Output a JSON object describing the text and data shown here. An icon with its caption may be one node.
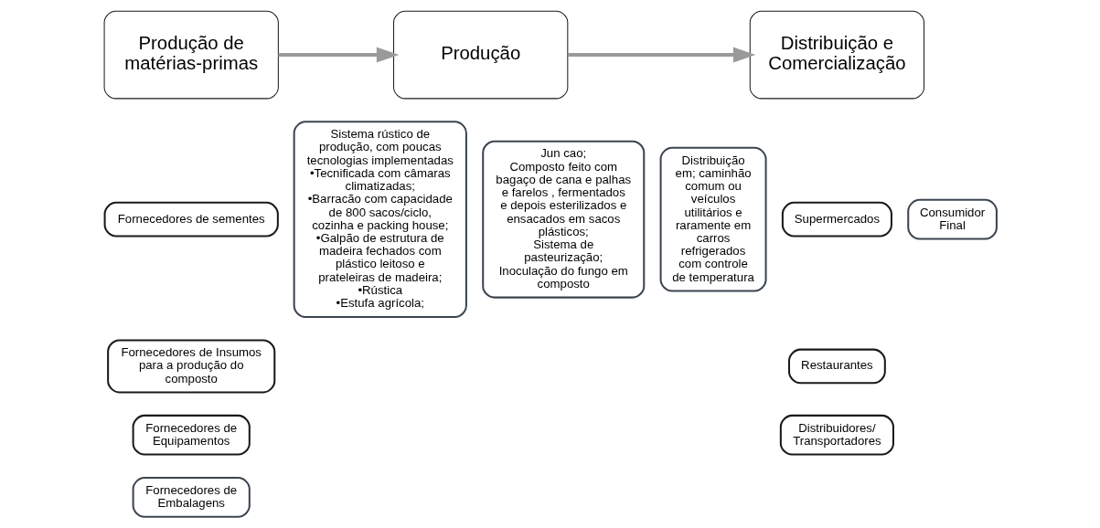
{
  "diagram": {
    "nodes": [
      {
        "text": [
          "Produção de matérias-primas"
        ]
      },
      {
        "text": [
          "Produção"
        ]
      },
      {
        "text": [
          "Distribuição e Comercialização"
        ]
      },
      {
        "text": [
          "Fornecedores de sementes"
        ]
      },
      {
        "text": [
          "Fornecedores de Insumos para a produção do composto"
        ]
      },
      {
        "text": [
          "Fornecedores de Equipamentos"
        ]
      },
      {
        "text": [
          "Fornecedores de Embalagens"
        ]
      },
      {
        "text": [
          "Sistema rústico de produção, com poucas tecnologias implementadas",
          "•Tecnificada com câmaras climatizadas;",
          "•Barracão com capacidade de 800 sacos/ciclo, cozinha e packing house;",
          "•Galpão de estrutura de madeira fechados com plástico leitoso e prateleiras de madeira;",
          "•Rústica",
          "•Estufa agrícola;"
        ]
      },
      {
        "text": [
          "Jun cao;",
          "Composto feito com bagaço de cana e palhas e farelos , fermentados e depois esterilizados e ensacados em sacos plásticos;",
          "Sistema de pasteurização;",
          "Inoculação do fungo em composto"
        ]
      },
      {
        "text": [
          "Distribuição em; caminhão comum ou veículos utilitários e raramente em carros refrigerados com controle de temperatura"
        ]
      },
      {
        "text": [
          "Supermercados"
        ]
      },
      {
        "text": [
          "Restaurantes"
        ]
      },
      {
        "text": [
          "Distribuidores/ Transportadores"
        ]
      },
      {
        "text": [
          "Consumidor Final"
        ]
      }
    ],
    "edges": [
      {
        "from": 0,
        "to": 1,
        "arrow": "to"
      },
      {
        "from": 1,
        "to": 2,
        "arrow": "to"
      }
    ]
  }
}
